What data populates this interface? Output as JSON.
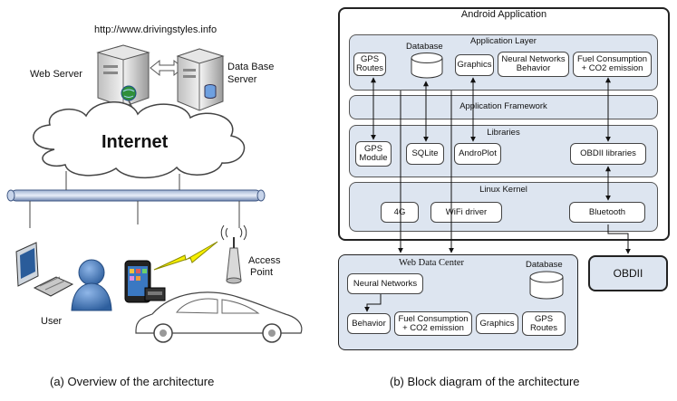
{
  "overview": {
    "url": "http://www.drivingstyles.info",
    "web_server": "Web Server",
    "db_server_line1": "Data Base",
    "db_server_line2": "Server",
    "internet": "Internet",
    "user": "User",
    "access_point_line1": "Access",
    "access_point_line2": "Point",
    "caption": "(a) Overview of the architecture"
  },
  "block": {
    "android_title": "Android Application",
    "application_layer": {
      "title": "Application Layer",
      "database": "Database",
      "gps_routes_line1": "GPS",
      "gps_routes_line2": "Routes",
      "graphics": "Graphics",
      "neural_line1": "Neural Networks",
      "neural_line2": "Behavior",
      "fuel_line1": "Fuel Consumption",
      "fuel_line2": "+ CO2 emission"
    },
    "framework": {
      "title": "Application Framework"
    },
    "libraries": {
      "title": "Libraries",
      "gps_module_line1": "GPS",
      "gps_module_line2": "Module",
      "sqlite": "SQLite",
      "androplot": "AndroPlot",
      "obdii_libraries": "OBDII libraries"
    },
    "kernel": {
      "title": "Linux Kernel",
      "g4": "4G",
      "wifi": "WiFi driver",
      "bluetooth": "Bluetooth"
    },
    "web_data_center": {
      "title": "Web Data Center",
      "database": "Database",
      "neural_networks": "Neural Networks",
      "behavior": "Behavior",
      "fuel_line1": "Fuel Consumption",
      "fuel_line2": "+ CO2 emission",
      "graphics": "Graphics",
      "gps_line1": "GPS",
      "gps_line2": "Routes"
    },
    "obdii": "OBDII",
    "caption": "(b) Block diagram of the architecture"
  }
}
